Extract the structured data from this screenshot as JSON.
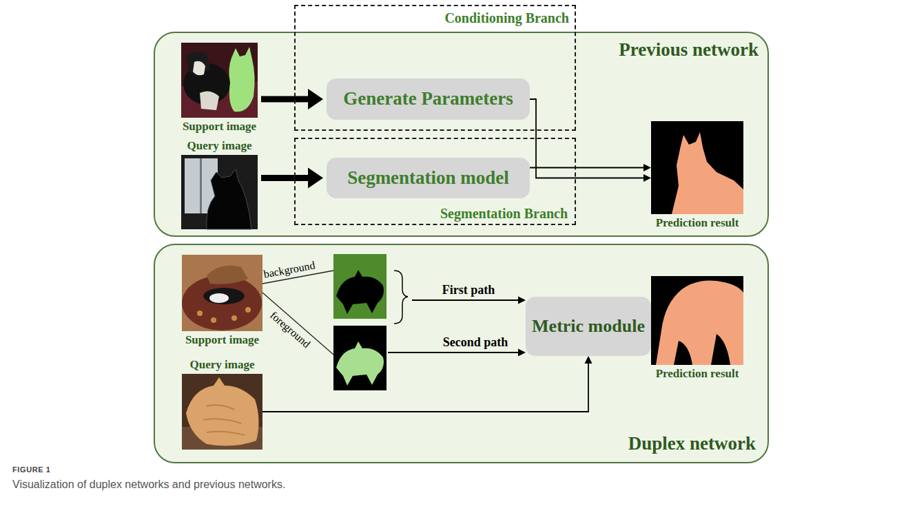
{
  "diagram": {
    "caption": "Visualization of duplex networks and previous networks.",
    "nodes": [
      {
        "text": [
          "Previous network"
        ]
      },
      {
        "text": [
          "Support image"
        ],
        "in": 0
      },
      {
        "text": [
          "Query image"
        ],
        "in": 0
      },
      {
        "text": [
          "Conditioning Branch"
        ],
        "in": 0
      },
      {
        "text": [
          "Generate Parameters"
        ],
        "in": 3
      },
      {
        "text": [
          "Segmentation Branch"
        ],
        "in": 0
      },
      {
        "text": [
          "Segmentation model"
        ],
        "in": 5
      },
      {
        "text": [
          "Prediction result"
        ],
        "in": 0
      },
      {
        "text": [
          "Duplex network"
        ]
      },
      {
        "text": [
          "Support image"
        ],
        "in": 8
      },
      {
        "text": [
          "Query image"
        ],
        "in": 8
      },
      {
        "text": [
          "Metric module"
        ],
        "in": 8
      },
      {
        "text": [
          "Prediction result"
        ],
        "in": 8
      }
    ],
    "edges": [
      {
        "from": 1,
        "to": 4,
        "arrow": "to"
      },
      {
        "from": 2,
        "to": 6,
        "arrow": "to"
      },
      {
        "from": 4,
        "to": 7,
        "arrow": "to"
      },
      {
        "from": 6,
        "to": 7,
        "arrow": "to"
      },
      {
        "from": 10,
        "to": 11,
        "arrow": "to"
      },
      {
        "from": 11,
        "to": 12,
        "arrow": "to"
      }
    ],
    "labels": [
      "FIGURE 1",
      "background",
      "foreground",
      "First path",
      "Second path"
    ]
  }
}
